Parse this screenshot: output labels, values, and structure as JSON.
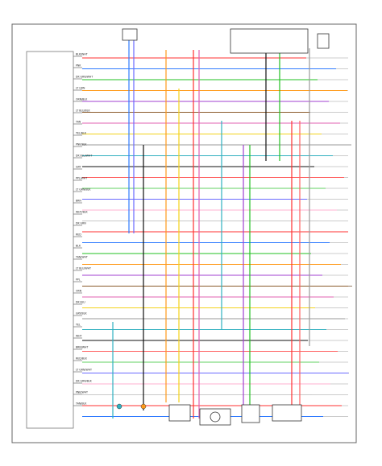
{
  "footnote": "",
  "ecm": {
    "pin_labels": [
      "BLK/WHT",
      "PNK",
      "DK GRN/WHT",
      "LT GRN",
      "ORN/BLK",
      "LT BLU/BLK",
      "TAN",
      "YEL/BLK",
      "PNK/BLK",
      "DK BLU/WHT",
      "GRY",
      "PPL/WHT",
      "LT GRN/BLK",
      "BRN",
      "WHT/BLK",
      "DK GRN",
      "RED",
      "BLK",
      "TAN/WHT",
      "LT BLU/WHT",
      "PPL",
      "ORN",
      "DK BLU",
      "GRY/BLK",
      "YEL",
      "WHT",
      "BRN/WHT",
      "RED/BLK",
      "LT GRN/WHT",
      "DK GRN/BLK",
      "PNK/WHT",
      "TAN/BLK"
    ]
  },
  "wires": [
    {
      "color": "#ff3030"
    },
    {
      "color": "#2f7bff"
    },
    {
      "color": "#22c022"
    },
    {
      "color": "#ff9a1a"
    },
    {
      "color": "#a040d0"
    },
    {
      "color": "#8a5a2b"
    },
    {
      "color": "#e060b0"
    },
    {
      "color": "#f2d21a"
    },
    {
      "color": "#9a9a9a"
    },
    {
      "color": "#30b0c0"
    },
    {
      "color": "#111111"
    },
    {
      "color": "#ff6060"
    },
    {
      "color": "#60d060"
    },
    {
      "color": "#6a6aff"
    },
    {
      "color": "#ffb0d0"
    },
    {
      "color": "#c8c8c8"
    }
  ],
  "components": [
    {
      "name": "fuse-block-component"
    },
    {
      "name": "ignition-switch-component"
    },
    {
      "name": "relay-component"
    },
    {
      "name": "injector-component"
    },
    {
      "name": "sensor-component"
    },
    {
      "name": "motor-component"
    },
    {
      "name": "connector-component"
    }
  ]
}
